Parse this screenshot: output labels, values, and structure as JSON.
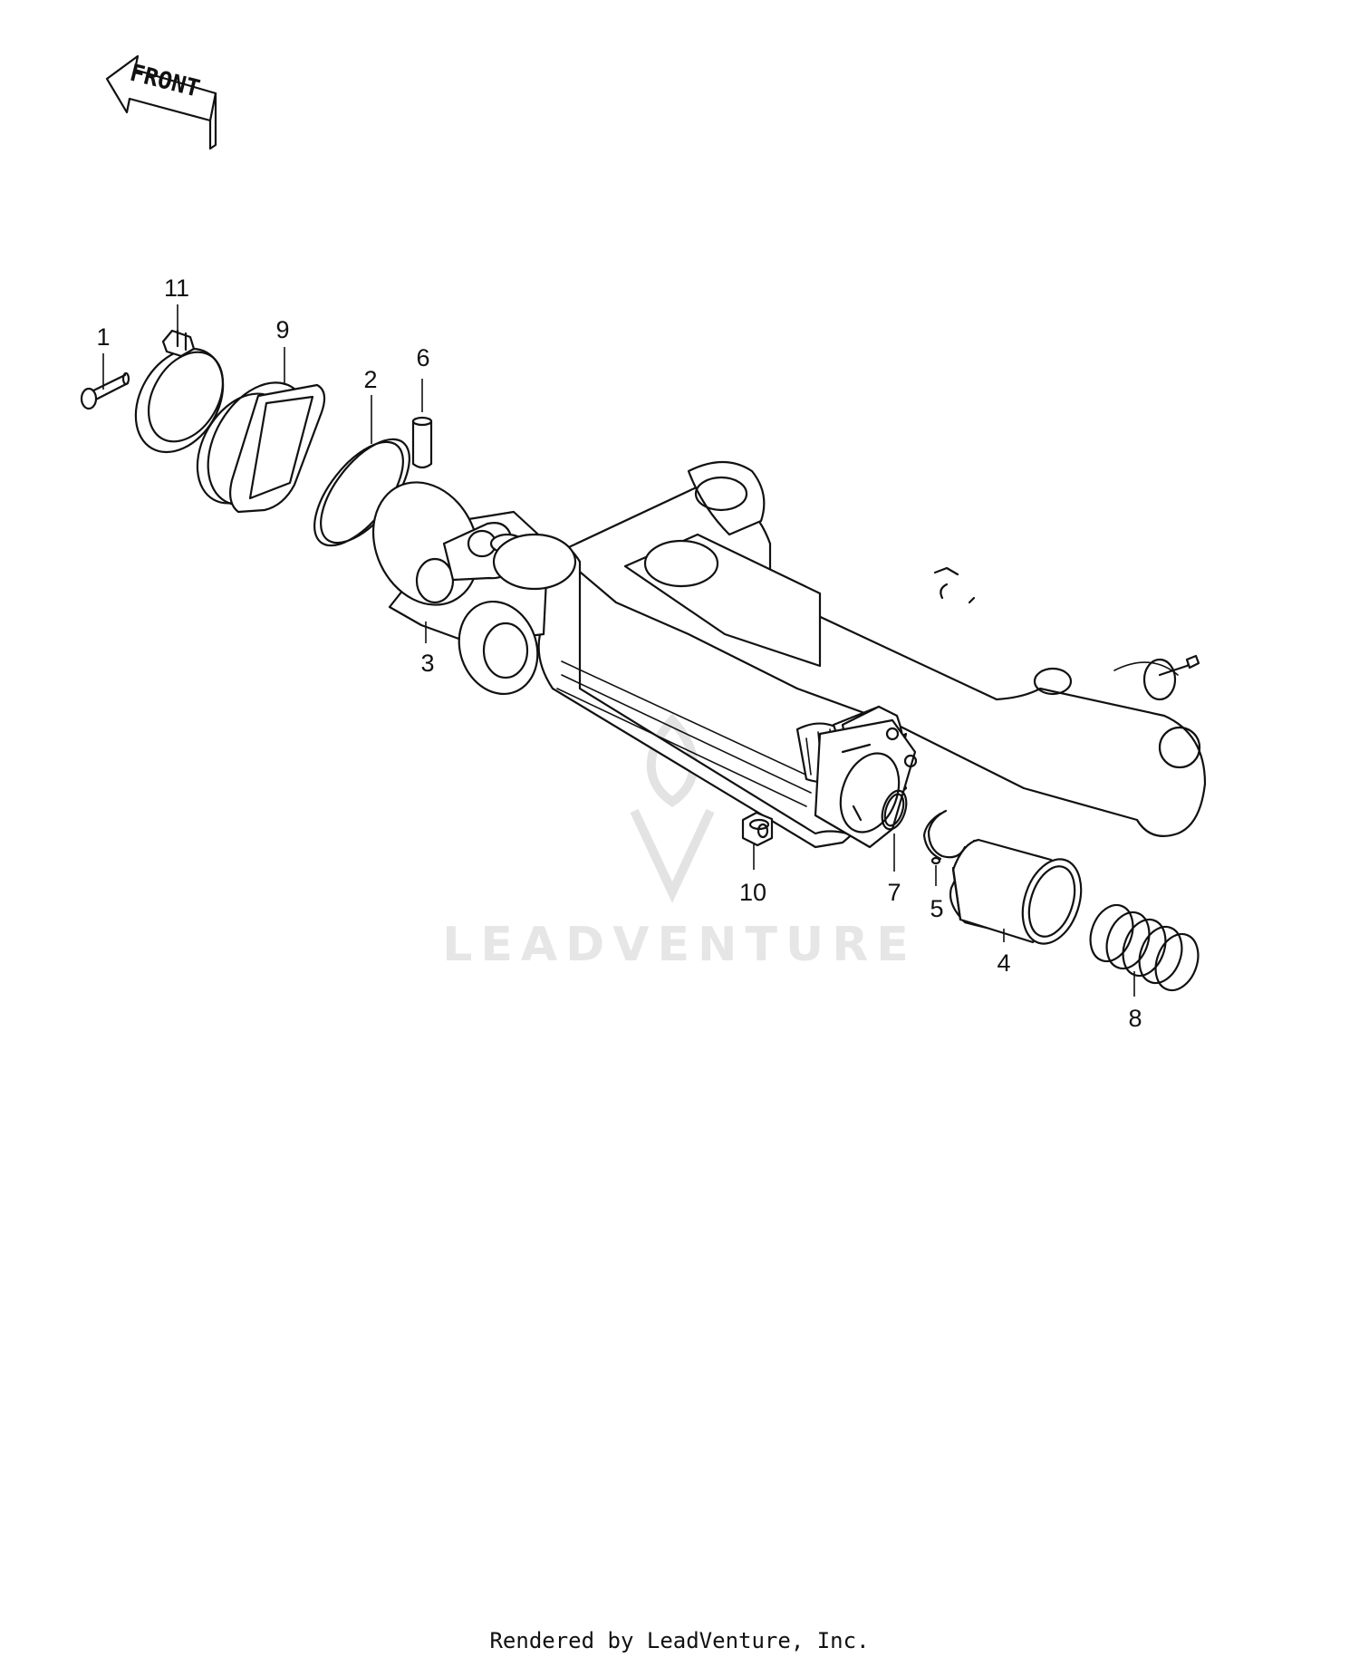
{
  "orientation": {
    "arrow_label": "FRONT"
  },
  "callouts": [
    {
      "id": "1",
      "label": "1"
    },
    {
      "id": "2",
      "label": "2"
    },
    {
      "id": "3",
      "label": "3"
    },
    {
      "id": "4",
      "label": "4"
    },
    {
      "id": "5",
      "label": "5"
    },
    {
      "id": "6",
      "label": "6"
    },
    {
      "id": "7",
      "label": "7"
    },
    {
      "id": "8",
      "label": "8"
    },
    {
      "id": "9",
      "label": "9"
    },
    {
      "id": "10",
      "label": "10"
    },
    {
      "id": "11",
      "label": "11"
    }
  ],
  "watermark": {
    "text": "LEADVENTURE"
  },
  "footer": {
    "text": "Rendered by LeadVenture, Inc."
  }
}
